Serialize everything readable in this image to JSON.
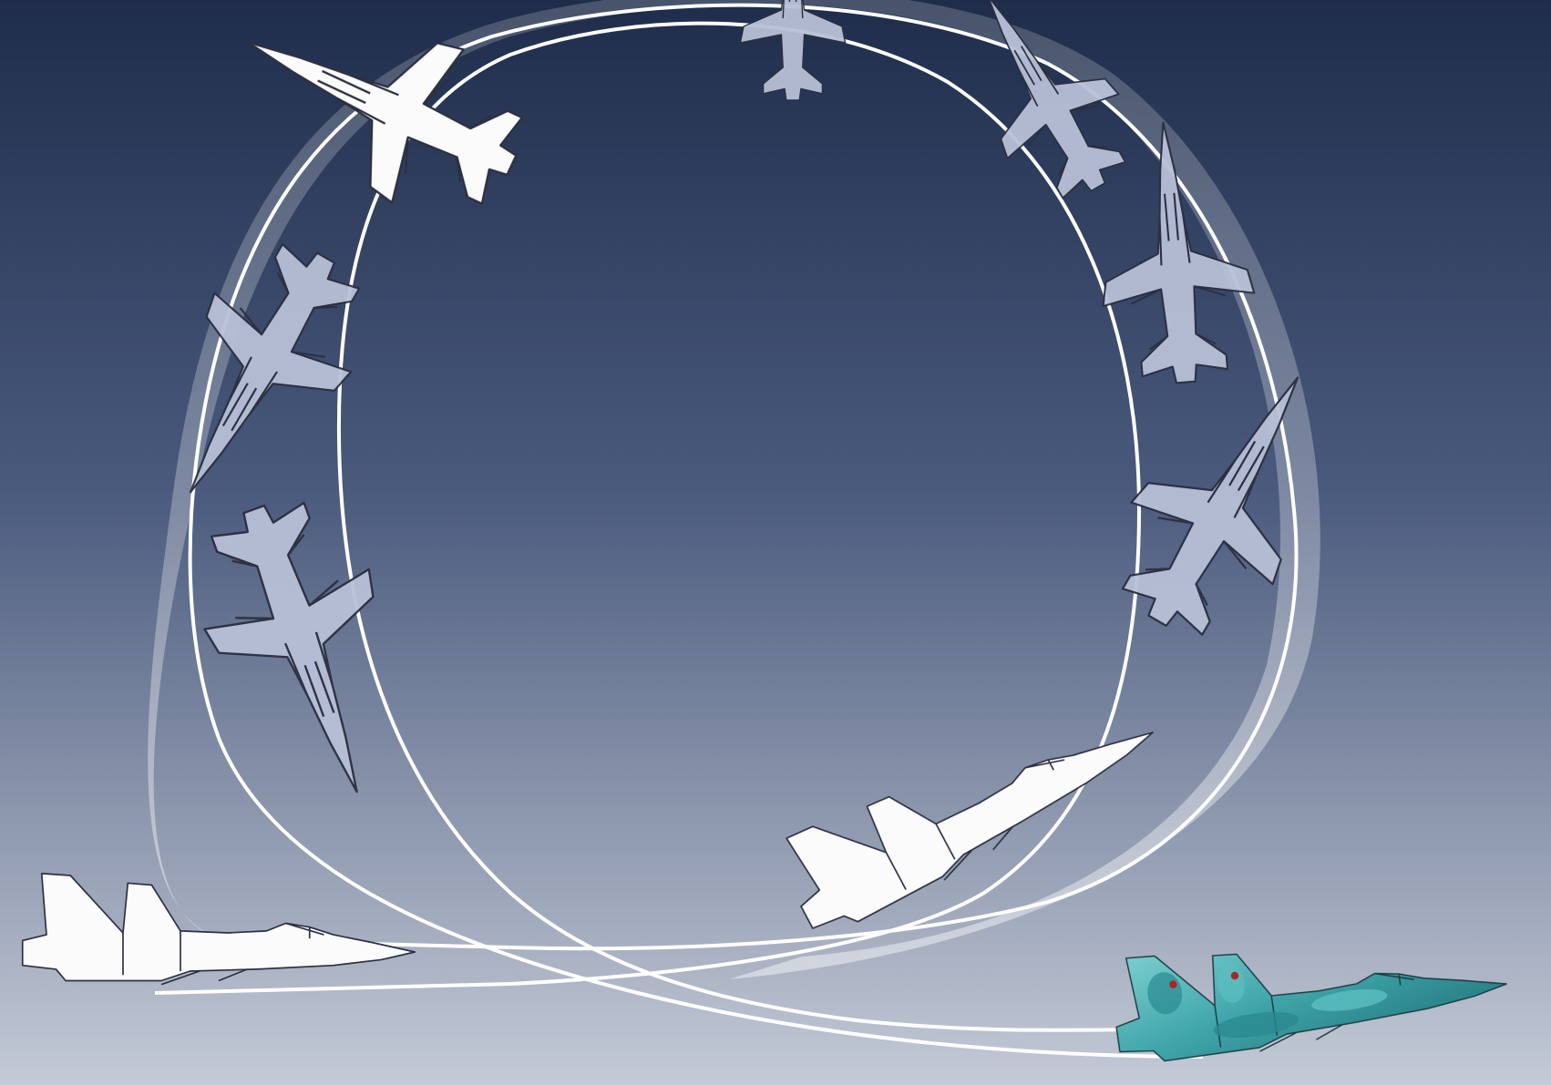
{
  "scene": {
    "kind": "illustration",
    "subject": "fighter-jet-loop-maneuver",
    "colors": {
      "sky_top": "#1f2d4b",
      "sky_mid": "#4a5a7d",
      "sky_bottom": "#c4cad6",
      "trail_stroke": "#ffffff",
      "trail_fill": "#e4e8f2",
      "jet_white": "#fbfbfc",
      "jet_tinted": "#b8c0d6",
      "jet_outline": "#2c3040",
      "camo_teal_light": "#5bbfc1",
      "camo_teal_dark": "#2a8a90",
      "camo_teal_mid": "#3fa4a8"
    },
    "jets": [
      {
        "name": "jet-start-left",
        "style": "line-art-white"
      },
      {
        "name": "jet-top-left",
        "style": "line-art-white"
      },
      {
        "name": "jet-left-upper-ghost",
        "style": "line-art-tinted"
      },
      {
        "name": "jet-left-lower-ghost",
        "style": "line-art-tinted"
      },
      {
        "name": "jet-top-center-ghost",
        "style": "line-art-tinted"
      },
      {
        "name": "jet-top-right-ghost",
        "style": "line-art-tinted"
      },
      {
        "name": "jet-right-upper-ghost",
        "style": "line-art-tinted"
      },
      {
        "name": "jet-right-lower-ghost",
        "style": "line-art-tinted"
      },
      {
        "name": "jet-right-climbing",
        "style": "line-art-white"
      },
      {
        "name": "jet-finish-camo",
        "style": "camouflage-teal"
      }
    ]
  }
}
